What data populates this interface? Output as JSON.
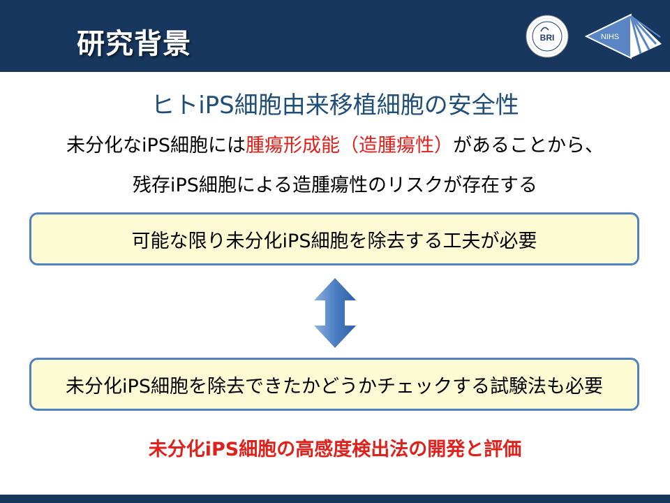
{
  "header": {
    "title": "研究背景",
    "logo_bri_text": "BRI",
    "logo_nihs_text": "NIHS"
  },
  "subtitle": "ヒトiPS細胞由来移植細胞の安全性",
  "intro": {
    "line1_before": "未分化なiPS細胞には",
    "line1_red": "腫瘍形成能（造腫瘍性）",
    "line1_after": "があることから、",
    "line2": "残存iPS細胞による造腫瘍性のリスクが存在する"
  },
  "box1": "可能な限り未分化iPS細胞を除去する工夫が必要",
  "box2": "未分化iPS細胞を除去できたかどうかチェックする試験法も必要",
  "conclusion": "未分化iPS細胞の高感度検出法の開発と評価",
  "colors": {
    "header_bg": "#17375e",
    "subtitle": "#1f4e79",
    "accent_red": "#e0201b",
    "box_fill": "#fdfbd4",
    "box_border": "#4f81bd",
    "arrow": "#4a7fc1"
  }
}
